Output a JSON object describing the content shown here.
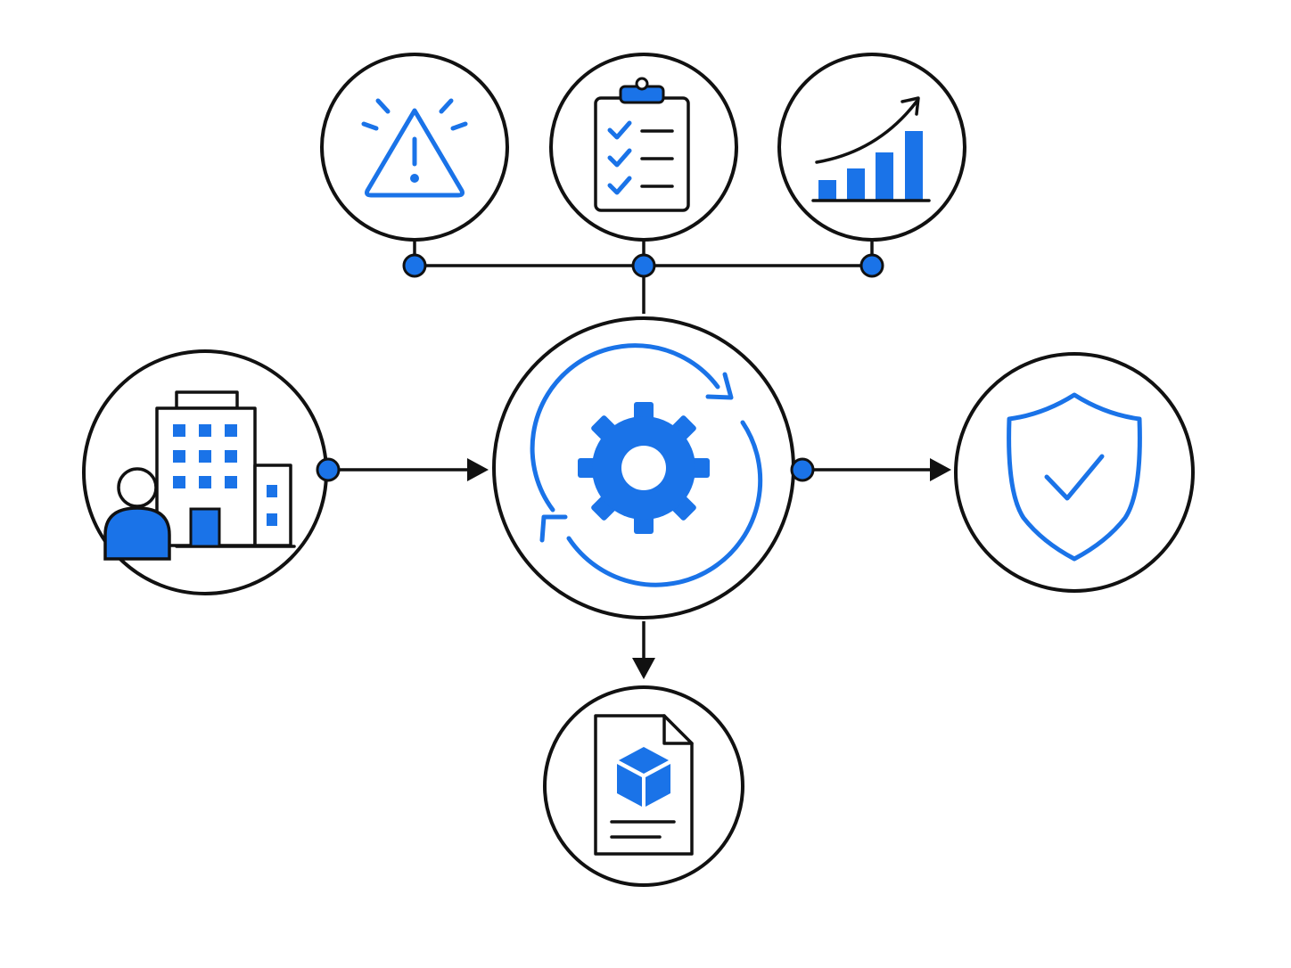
{
  "colors": {
    "ink": "#111111",
    "accent": "#1a73e8"
  },
  "nodes": [
    {
      "id": "risk",
      "icon": "warning-triangle-icon"
    },
    {
      "id": "checklist",
      "icon": "clipboard-checklist-icon"
    },
    {
      "id": "growth",
      "icon": "growth-bar-chart-icon"
    },
    {
      "id": "organization",
      "icon": "person-building-icon"
    },
    {
      "id": "process",
      "icon": "gear-cycle-icon"
    },
    {
      "id": "security",
      "icon": "shield-check-icon"
    },
    {
      "id": "product",
      "icon": "document-cube-icon"
    }
  ],
  "edges": [
    {
      "from": "risk",
      "to": "process",
      "arrow": false
    },
    {
      "from": "checklist",
      "to": "process",
      "arrow": false
    },
    {
      "from": "growth",
      "to": "process",
      "arrow": false
    },
    {
      "from": "organization",
      "to": "process",
      "arrow": true
    },
    {
      "from": "process",
      "to": "security",
      "arrow": true
    },
    {
      "from": "process",
      "to": "product",
      "arrow": true
    }
  ]
}
